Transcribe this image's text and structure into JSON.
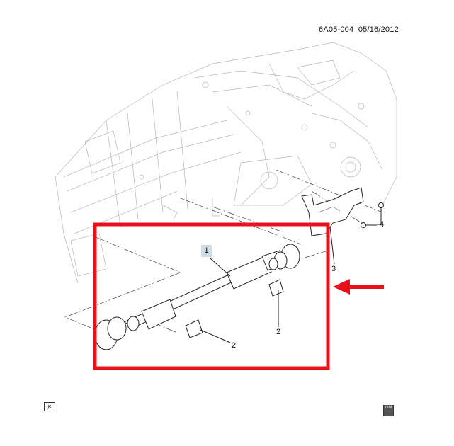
{
  "header": {
    "document_id": "6A05-004",
    "date": "05/16/2012"
  },
  "callouts": [
    {
      "number": "1",
      "part": "propeller-shaft"
    },
    {
      "number": "2",
      "part": "front-flange-bolt"
    },
    {
      "number": "2",
      "part": "rear-flange-bolt"
    },
    {
      "number": "3",
      "part": "heat-shield"
    },
    {
      "number": "4",
      "part": "shield-bolt"
    }
  ],
  "highlight": {
    "color": "#e8101a",
    "box": "propeller-shaft-region",
    "arrow_direction": "left"
  },
  "footer": {
    "left_icon": "jc",
    "right_icon": "GM"
  }
}
